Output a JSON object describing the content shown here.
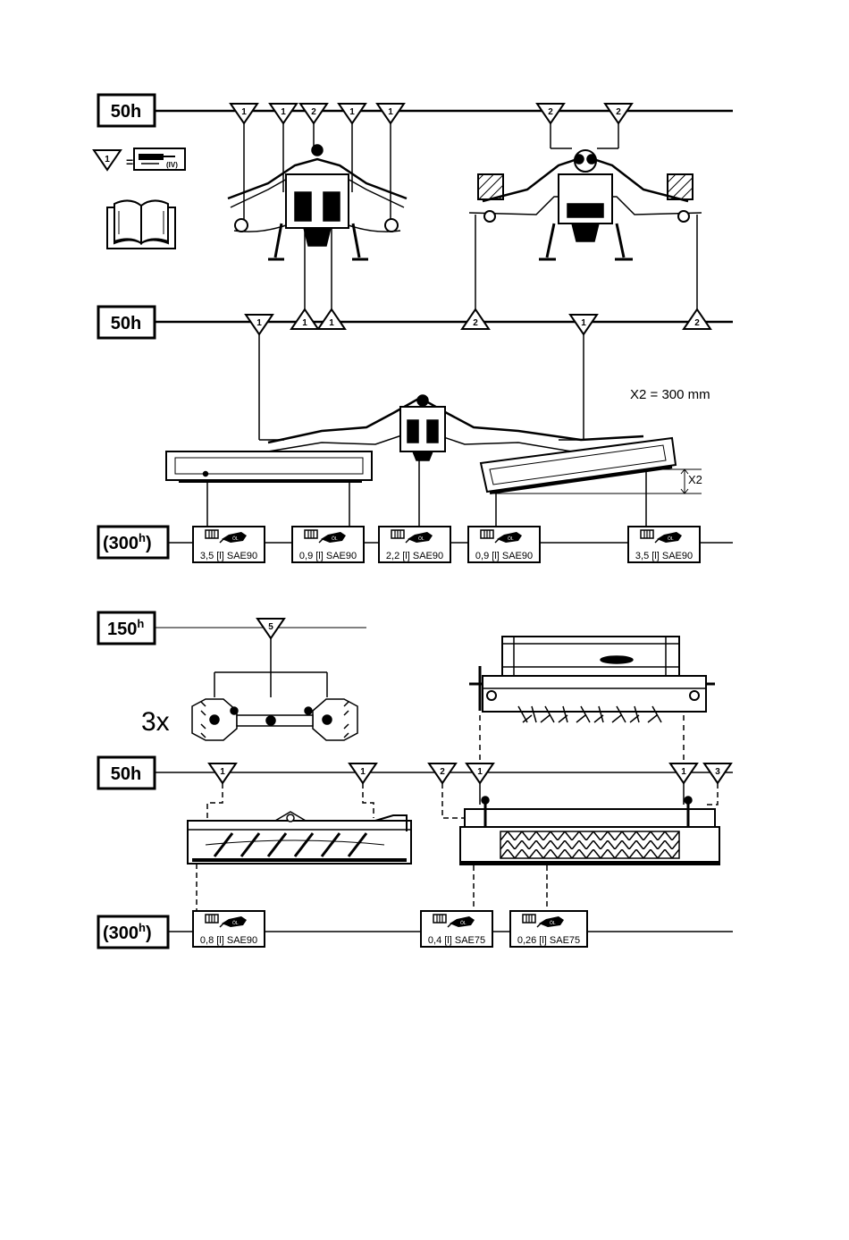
{
  "intervals": {
    "row1": "50h",
    "row2": "50h",
    "row3_base": "(300",
    "row3_sup": "h",
    "row3_close": ")",
    "row4_base": "150",
    "row4_sup": "h",
    "row5": "50h",
    "row6_base": "(300",
    "row6_sup": "h",
    "row6_close": ")"
  },
  "legend": {
    "triangle_number": "1",
    "equals": "=",
    "grease_gun_label": "(IV)"
  },
  "markers": {
    "row1": [
      "1",
      "1",
      "2",
      "1",
      "1",
      "2",
      "2"
    ],
    "row2": [
      "1",
      "1",
      "1",
      "2",
      "1",
      "2"
    ],
    "row4": [
      "5"
    ],
    "row5": [
      "1",
      "1",
      "2",
      "1",
      "1",
      "3"
    ]
  },
  "dimension": {
    "note": "X2 = 300 mm",
    "label": "X2"
  },
  "multiplier": "3x",
  "oil_fill": {
    "row3": [
      "3,5 [l] SAE90",
      "0,9 [l] SAE90",
      "2,2 [l] SAE90",
      "0,9 [l] SAE90",
      "3,5 [l] SAE90"
    ],
    "row6": [
      "0,8 [l] SAE90",
      "0,4 [l] SAE75",
      "0,26 [l] SAE75"
    ]
  },
  "colors": {
    "ink": "#000000",
    "paper": "#ffffff"
  }
}
